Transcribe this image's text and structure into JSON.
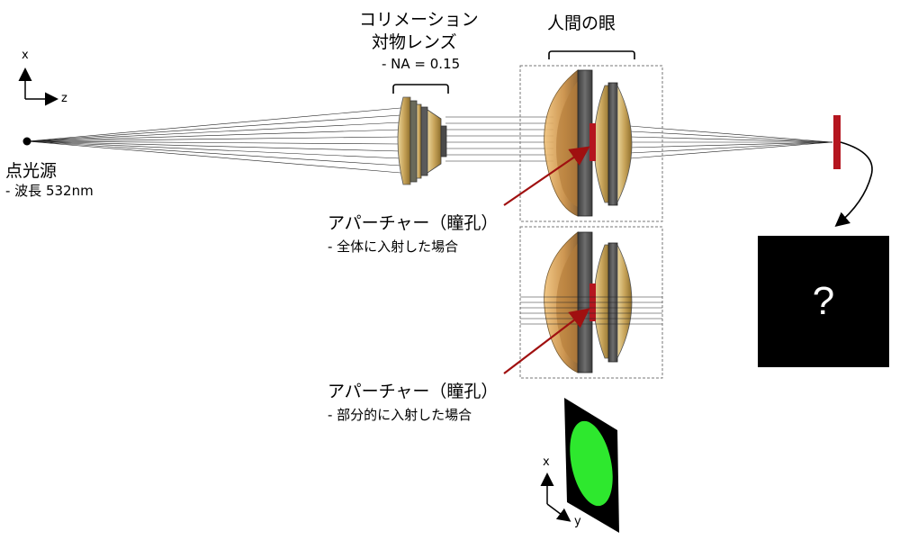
{
  "source": {
    "label": "点光源",
    "wavelength": "- 波長 532nm"
  },
  "collimation_lens": {
    "label_line1": "コリメーション",
    "label_line2": "対物レンズ",
    "na": "- NA = 0.15"
  },
  "human_eye": {
    "label": "人間の眼"
  },
  "aperture_full": {
    "label": "アパーチャー（瞳孔）",
    "note": "- 全体に入射した場合"
  },
  "aperture_partial": {
    "label": "アパーチャー（瞳孔）",
    "note": "- 部分的に入射した場合"
  },
  "result": {
    "unknown": "?"
  },
  "axes_main": {
    "x": "x",
    "z": "z"
  },
  "axes_spot": {
    "x": "x",
    "y": "y"
  },
  "colors": {
    "aperture": "#b5161f",
    "lens_gold": "#c9a85c",
    "lens_brown": "#a8702e",
    "plate": "#5a5a5a",
    "spot": "#2ee82e",
    "arrow": "#a01010"
  }
}
